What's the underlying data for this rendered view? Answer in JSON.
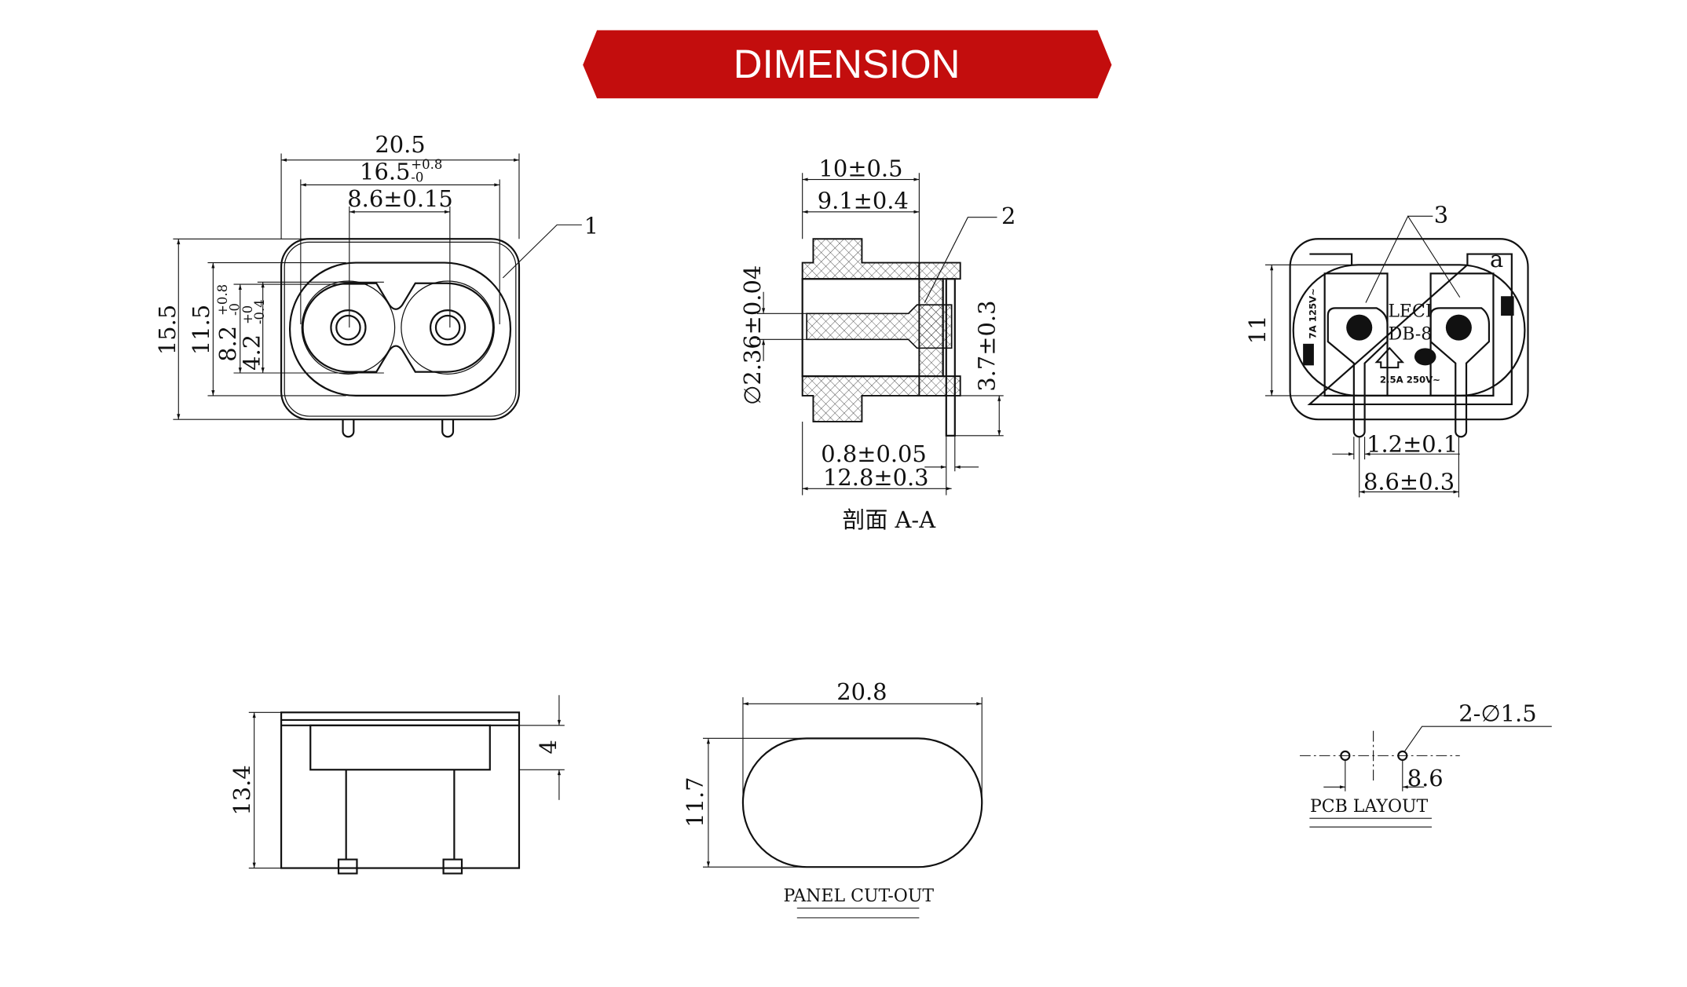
{
  "banner": {
    "title": "DIMENSION",
    "color": "#c30d0d"
  },
  "front_view": {
    "dim_width": "20.5",
    "dim_inner": "16.5",
    "dim_inner_tol_plus": "+0.8",
    "dim_inner_tol_minus": "-0",
    "dim_pitch": "8.6±0.15",
    "dim_height": "15.5",
    "dim_oval_height": "11.5",
    "dim_82": "8.2",
    "dim_82_tol_plus": "+0.8",
    "dim_82_tol_minus": "-0",
    "dim_42": "4.2",
    "dim_42_tol_plus": "+0",
    "dim_42_tol_minus": "-0.4",
    "callout": "1"
  },
  "section_view": {
    "dim_10": "10±0.5",
    "dim_91": "9.1±0.4",
    "callout": "2",
    "dim_pin_dia": "∅2.36±0.04",
    "dim_37": "3.7±0.3",
    "dim_08": "0.8±0.05",
    "dim_128": "12.8±0.3",
    "caption": "剖面 A-A"
  },
  "rear_view": {
    "callout": "3",
    "mark_a": "a",
    "brand": "LECI",
    "model": "DB-8",
    "rating": "2.5A 250V~",
    "ul_rating": "7A 125V~",
    "dim_11": "11",
    "dim_12": "1.2±0.1",
    "dim_86": "8.6±0.3"
  },
  "side_view": {
    "dim_134": "13.4",
    "dim_4": "4"
  },
  "panel_cutout": {
    "dim_width": "20.8",
    "dim_height": "11.7",
    "caption": "PANEL CUT-OUT"
  },
  "pcb_layout": {
    "dim_holes": "2-∅1.5",
    "dim_pitch": "8.6",
    "caption": "PCB LAYOUT"
  }
}
